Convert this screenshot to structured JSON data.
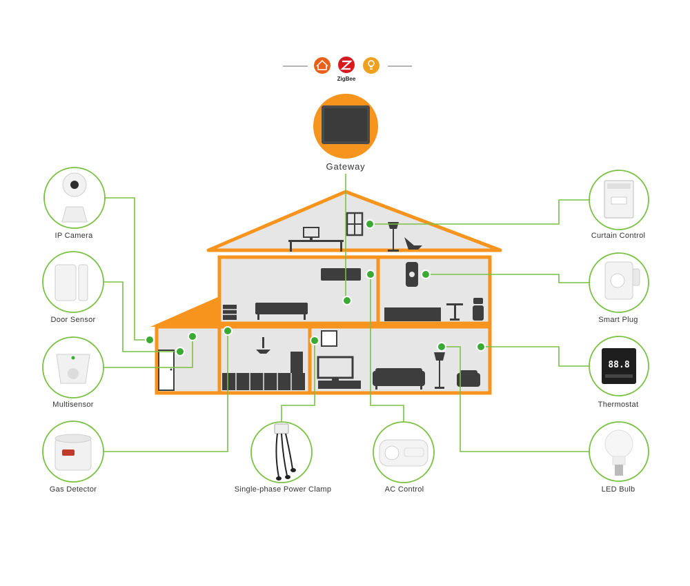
{
  "header": {
    "icons": [
      {
        "name": "home-icon",
        "label": "Home",
        "color": "#e8601c"
      },
      {
        "name": "zigbee-icon",
        "label": "ZigBee",
        "color": "#d71920"
      },
      {
        "name": "light-icon",
        "label": "Light",
        "color": "#f0a020"
      }
    ],
    "brand": "ZigBee"
  },
  "gateway": {
    "label": "Gateway",
    "color": "#f7941d"
  },
  "devices": {
    "ip_camera": "IP Camera",
    "door_sensor": "Door Sensor",
    "multisensor": "Multisensor",
    "gas_detector": "Gas Detector",
    "power_clamp": "Single-phase Power Clamp",
    "ac_control": "AC Control",
    "led_bulb": "LED Bulb",
    "thermostat": "Thermostat",
    "smart_plug": "Smart Plug",
    "curtain_control": "Curtain Control"
  },
  "thermostat_display": "88.8",
  "colors": {
    "house_outline": "#f7941d",
    "connector": "#7ac143",
    "dot": "#3aaa35",
    "furniture": "#3d3d3d",
    "room_fill": "#e6e6e6"
  }
}
